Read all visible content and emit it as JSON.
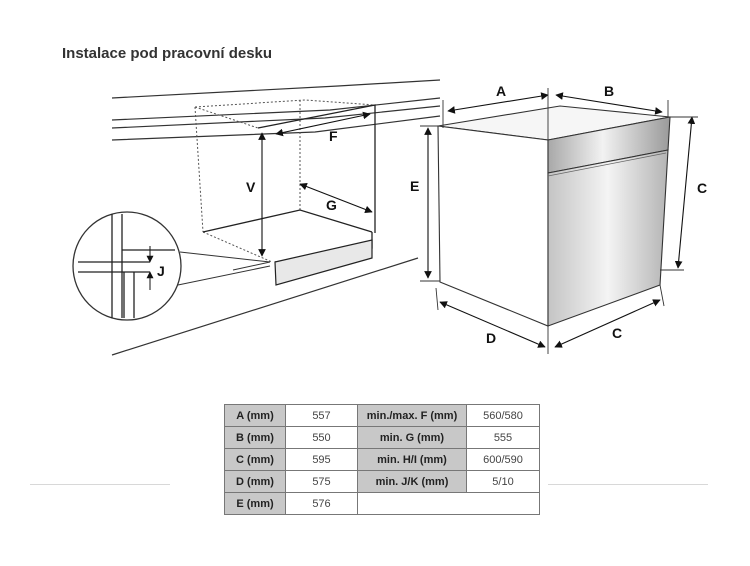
{
  "title": "Instalace pod pracovní desku",
  "diagram_labels": {
    "A": "A",
    "B": "B",
    "C_right": "C",
    "C_bottom": "C",
    "D": "D",
    "E": "E",
    "F": "F",
    "G": "G",
    "V": "V",
    "J": "J"
  },
  "table": {
    "rows": [
      {
        "label1": "A (mm)",
        "value1": "557",
        "label2": "min./max. F (mm)",
        "value2": "560/580"
      },
      {
        "label1": "B (mm)",
        "value1": "550",
        "label2": "min. G (mm)",
        "value2": "555"
      },
      {
        "label1": "C (mm)",
        "value1": "595",
        "label2": "min. H/I (mm)",
        "value2": "600/590"
      },
      {
        "label1": "D (mm)",
        "value1": "575",
        "label2": "min. J/K (mm)",
        "value2": "5/10"
      },
      {
        "label1": "E (mm)",
        "value1": "576",
        "label2": "",
        "value2": ""
      }
    ]
  }
}
